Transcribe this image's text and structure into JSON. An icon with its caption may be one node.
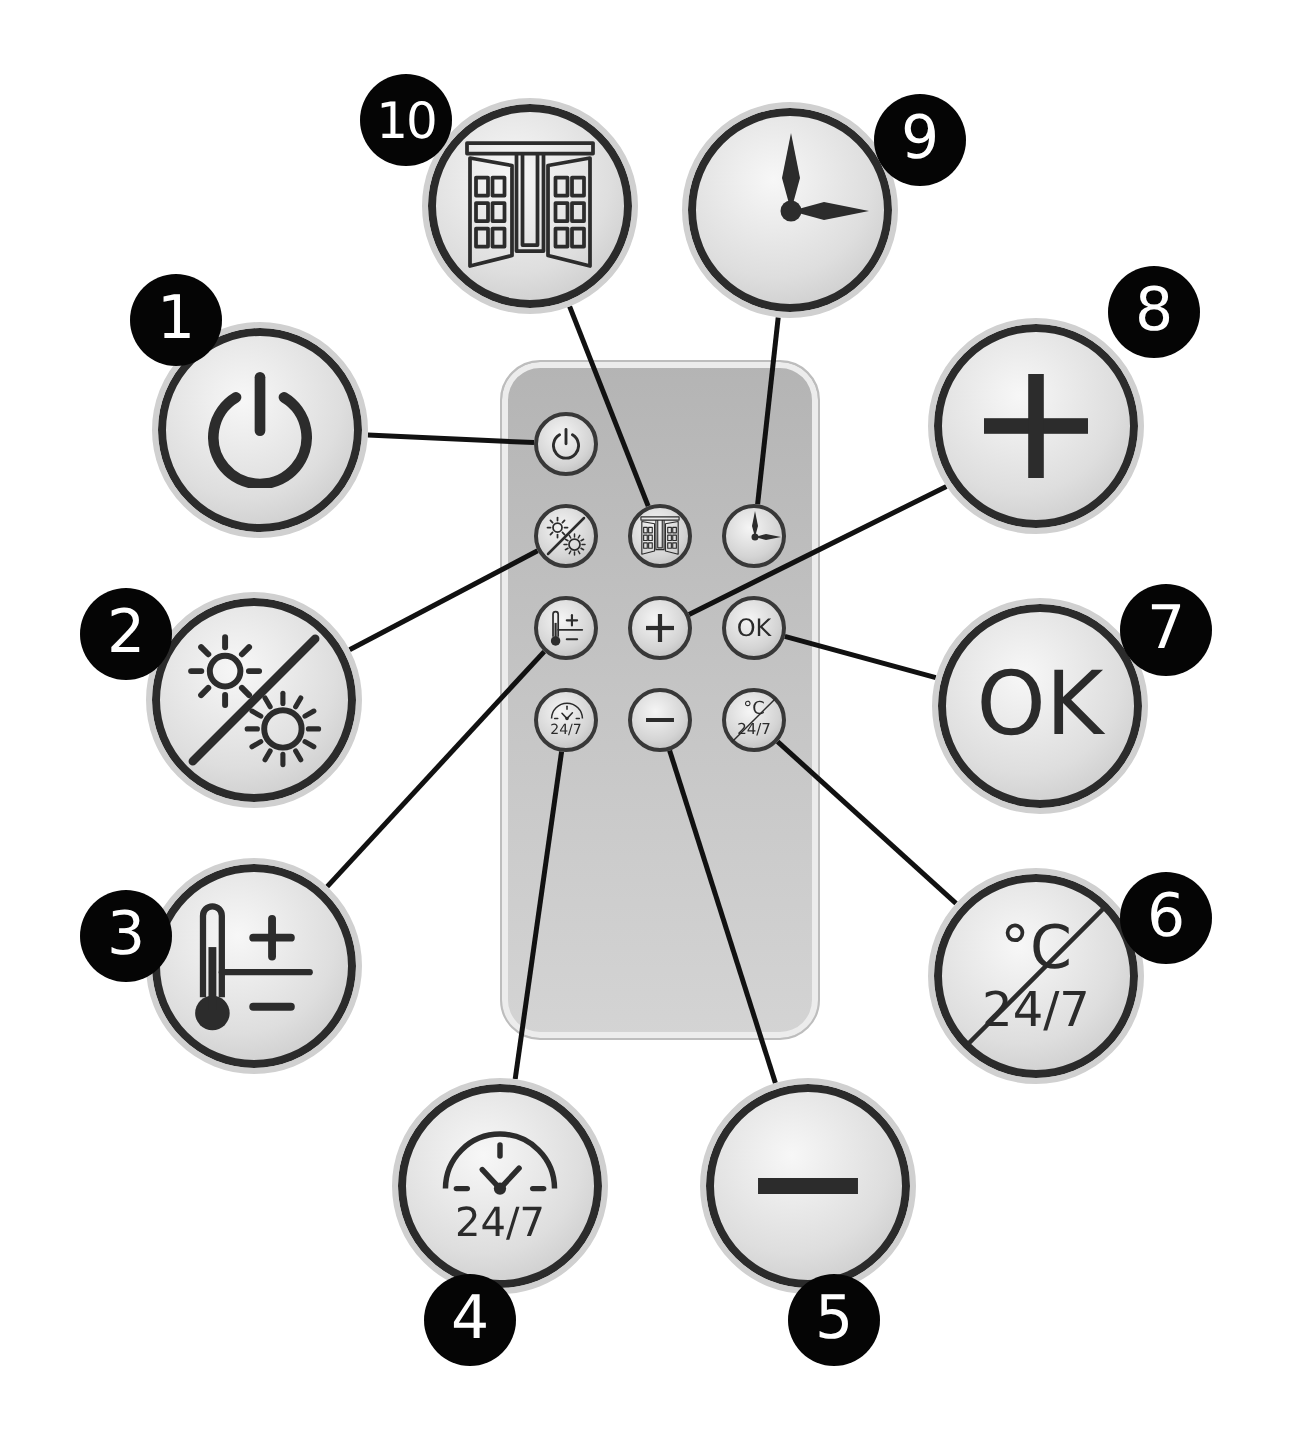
{
  "diagram": {
    "nodes": [
      {
        "text": [],
        "shape": "circle",
        "beside": [
          "1"
        ]
      },
      {
        "text": [],
        "shape": "circle",
        "beside": [
          "2"
        ]
      },
      {
        "text": [],
        "shape": "circle",
        "beside": [
          "3"
        ]
      },
      {
        "text": [
          "24/7"
        ],
        "beside": [
          "4"
        ]
      },
      {
        "text": [],
        "shape": "circle",
        "beside": [
          "5"
        ]
      },
      {
        "text": [
          "°C",
          "24/7"
        ],
        "beside": [
          "6"
        ]
      },
      {
        "text": [
          "OK"
        ],
        "beside": [
          "7"
        ]
      },
      {
        "text": [],
        "shape": "circle",
        "beside": [
          "8"
        ]
      },
      {
        "text": [],
        "shape": "circle",
        "beside": [
          "9"
        ]
      },
      {
        "text": [],
        "shape": "circle",
        "beside": [
          "10"
        ]
      },
      {
        "text": [],
        "shape": "box"
      },
      {
        "text": [],
        "shape": "circle",
        "in": 10
      },
      {
        "text": [],
        "shape": "circle",
        "in": 10
      },
      {
        "text": [],
        "shape": "circle",
        "in": 10
      },
      {
        "text": [
          "24/7"
        ],
        "in": 10
      },
      {
        "text": [],
        "shape": "circle",
        "in": 10
      },
      {
        "text": [
          "°C",
          "24/7"
        ],
        "in": 10
      },
      {
        "text": [
          "OK"
        ],
        "in": 10
      },
      {
        "text": [],
        "shape": "circle",
        "in": 10
      },
      {
        "text": [],
        "shape": "circle",
        "in": 10
      },
      {
        "text": [],
        "shape": "circle",
        "in": 10
      }
    ],
    "edges": [
      {
        "from": 0,
        "to": 11,
        "arrow": "none"
      },
      {
        "from": 1,
        "to": 12,
        "arrow": "none"
      },
      {
        "from": 2,
        "to": 13,
        "arrow": "none"
      },
      {
        "from": 3,
        "to": 14,
        "arrow": "none"
      },
      {
        "from": 4,
        "to": 15,
        "arrow": "none"
      },
      {
        "from": 5,
        "to": 16,
        "arrow": "none"
      },
      {
        "from": 6,
        "to": 17,
        "arrow": "none"
      },
      {
        "from": 7,
        "to": 18,
        "arrow": "none"
      },
      {
        "from": 8,
        "to": 19,
        "arrow": "none"
      },
      {
        "from": 9,
        "to": 20,
        "arrow": "none"
      }
    ]
  }
}
